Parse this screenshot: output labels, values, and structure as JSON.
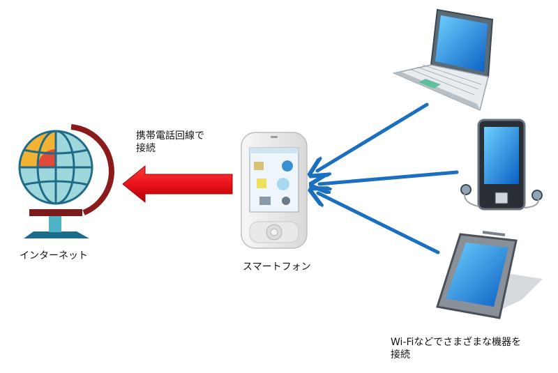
{
  "labels": {
    "internet": "インターネット",
    "smartphone": "スマートフォン",
    "carrier_line1": "携帯電話回線で",
    "carrier_line2": "接続",
    "wifi_line1": "Wi-Fiなどでさまざまな機器を",
    "wifi_line2": "接続"
  },
  "colors": {
    "red_arrow": "#e8141b",
    "blue_arrow": "#1a6fc0"
  },
  "icons": [
    "globe-icon",
    "smartphone-icon",
    "laptop-icon",
    "music-player-icon",
    "tablet-icon"
  ]
}
